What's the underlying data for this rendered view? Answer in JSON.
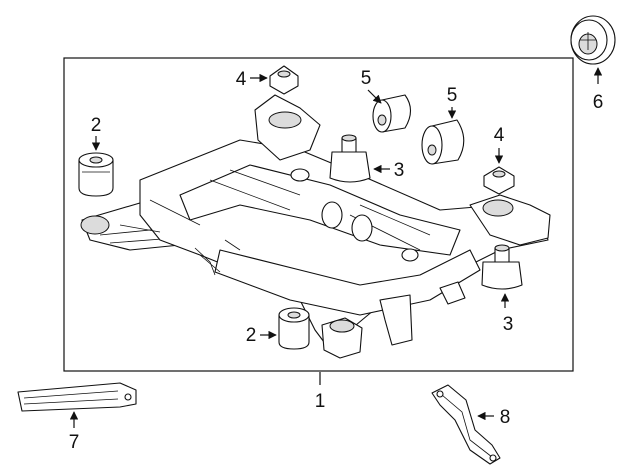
{
  "callouts": {
    "frame": "1",
    "bushing_left": "2",
    "bushing_bottom": "2",
    "mount_center": "3",
    "mount_right": "3",
    "stopper_top": "4",
    "stopper_right": "4",
    "bushing_upper": "5",
    "bushing_middle": "5",
    "damper": "6",
    "brace_left": "7",
    "brace_right": "8"
  }
}
